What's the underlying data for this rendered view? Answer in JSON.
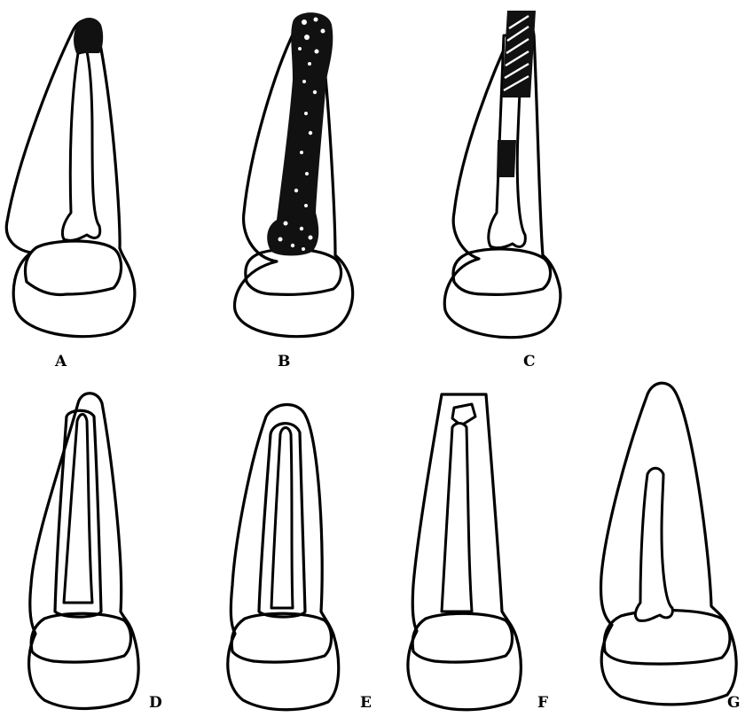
{
  "figure": {
    "panels": [
      {
        "id": "A",
        "label": "A",
        "canal_fill": "apical-plug-only"
      },
      {
        "id": "B",
        "label": "B",
        "canal_fill": "full-length-speckled"
      },
      {
        "id": "C",
        "label": "C",
        "canal_fill": "hatched-apical-with-dark-band"
      },
      {
        "id": "D",
        "label": "D",
        "canal_fill": "empty"
      },
      {
        "id": "E",
        "label": "E",
        "canal_fill": "empty"
      },
      {
        "id": "F",
        "label": "F",
        "canal_fill": "empty-truncated-apex"
      },
      {
        "id": "G",
        "label": "G",
        "canal_fill": "empty-short-curved"
      }
    ],
    "colors": {
      "ink": "#000000",
      "background": "#ffffff"
    }
  }
}
